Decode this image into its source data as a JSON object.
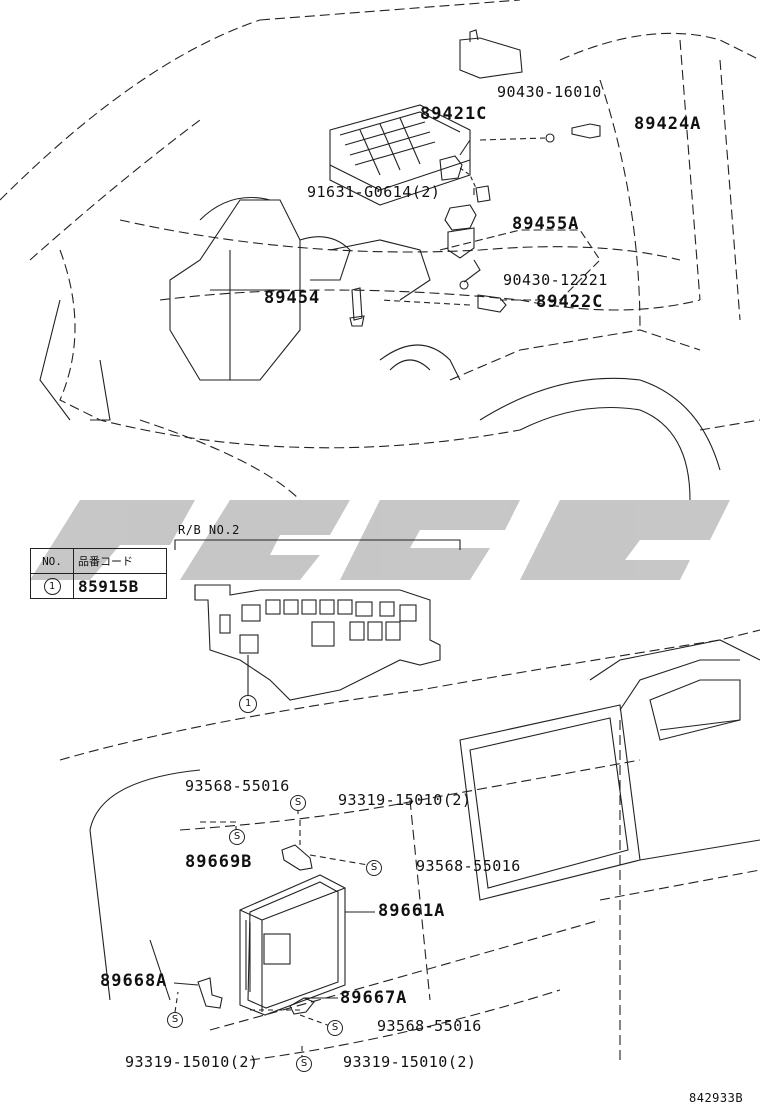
{
  "diagram_id": "842933B",
  "rb_label": "R/B NO.2",
  "table": {
    "header_no": "NO.",
    "header_code": "品番コード",
    "row_no": "1",
    "row_code": "85915B"
  },
  "callout_no": "1",
  "s_mark": "S",
  "parts": {
    "p90430_16010": "90430-16010",
    "p89421C": "89421C",
    "p89424A": "89424A",
    "p91631": "91631-G0614(2)",
    "p89455A": "89455A",
    "p90430_12221": "90430-12221",
    "p89454": "89454",
    "p89422C": "89422C",
    "p93568_a": "93568-55016",
    "p93319_a": "93319-15010(2)",
    "p89669B": "89669B",
    "p93568_b": "93568-55016",
    "p89661A": "89661A",
    "p89668A": "89668A",
    "p89667A": "89667A",
    "p93568_c": "93568-55016",
    "p93319_b": "93319-15010(2)",
    "p93319_c": "93319-15010(2)"
  }
}
